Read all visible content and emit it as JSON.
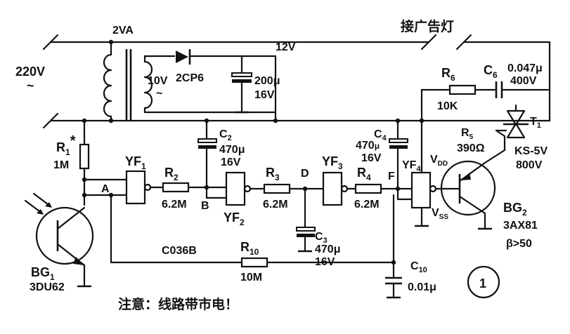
{
  "labels": {
    "transformer": "2VA",
    "mains": "220V",
    "mains_symbol": "~",
    "secondary": "10V",
    "secondary_symbol": "~",
    "diode": "2CP6",
    "dc_voltage": "12V",
    "c_filter_value": "200μ",
    "c_filter_voltage": "16V",
    "ad_lamp": "接广告灯",
    "r1_name": "R",
    "r1_sub": "1",
    "r1_star": "*",
    "r1_value": "1M",
    "yf1": "YF",
    "yf1_sub": "1",
    "r2_name": "R",
    "r2_sub": "2",
    "r2_value": "6.2M",
    "c2_name": "C",
    "c2_sub": "2",
    "c2_value": "470μ",
    "c2_voltage": "16V",
    "r3_name": "R",
    "r3_sub": "3",
    "r3_value": "6.2M",
    "yf2": "YF",
    "yf2_sub": "2",
    "node_a": "A",
    "node_b": "B",
    "node_d": "D",
    "node_f": "F",
    "yf3": "YF",
    "yf3_sub": "3",
    "r4_name": "R",
    "r4_sub": "4",
    "r4_value": "6.2M",
    "c3_name": "C",
    "c3_sub": "3",
    "c3_value": "470μ",
    "c3_voltage": "16V",
    "c4_name": "C",
    "c4_sub": "4",
    "c4_value": "470",
    "c4_unit": "μ",
    "c4_voltage": "16V",
    "yf4": "YF",
    "yf4_sub": "4",
    "vdd": "V",
    "vdd_sub": "DD",
    "vss": "V",
    "vss_sub": "SS",
    "r6_name": "R",
    "r6_sub": "6",
    "r6_value": "10K",
    "c6_name": "C",
    "c6_sub": "6",
    "c6_value": "0.047μ",
    "c6_voltage": "400V",
    "t1": "T",
    "t1_sub": "1",
    "r5_name": "R",
    "r5_sub": "5",
    "r5_value": "390Ω",
    "triac_model": "KS-5V",
    "triac_voltage": "800V",
    "ic_model": "C036B",
    "r10_name": "R",
    "r10_sub": "10",
    "r10_value": "10M",
    "c10_name": "C",
    "c10_sub": "10",
    "c10_value": "0.01μ",
    "bg1": "BG",
    "bg1_sub": "1",
    "bg1_model": "3DU62",
    "bg2": "BG",
    "bg2_sub": "2",
    "bg2_model": "3AX81",
    "beta": "β>50",
    "figure_number": "1",
    "warning": "注意：线路带市电！"
  }
}
